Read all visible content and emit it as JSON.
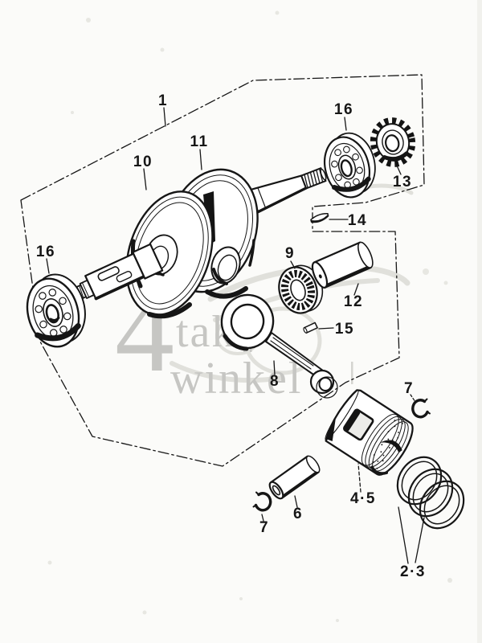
{
  "watermark": {
    "numeral": "4",
    "word_top": "takt",
    "word_bottom": "winkel"
  },
  "labels": [
    {
      "text": "1"
    },
    {
      "text": "10"
    },
    {
      "text": "11"
    },
    {
      "text": "16"
    },
    {
      "text": "13"
    },
    {
      "text": "14"
    },
    {
      "text": "9"
    },
    {
      "text": "12"
    },
    {
      "text": "15"
    },
    {
      "text": "16"
    },
    {
      "text": "8"
    },
    {
      "text": "7"
    },
    {
      "text": "4·5"
    },
    {
      "text": "6"
    },
    {
      "text": "7"
    },
    {
      "text": "2·3"
    }
  ],
  "colors": {
    "ink": "#161616",
    "paper": "#fbfbf9",
    "watermark_gray": "#c6c6c3",
    "ghost_gray": "#dededa"
  }
}
